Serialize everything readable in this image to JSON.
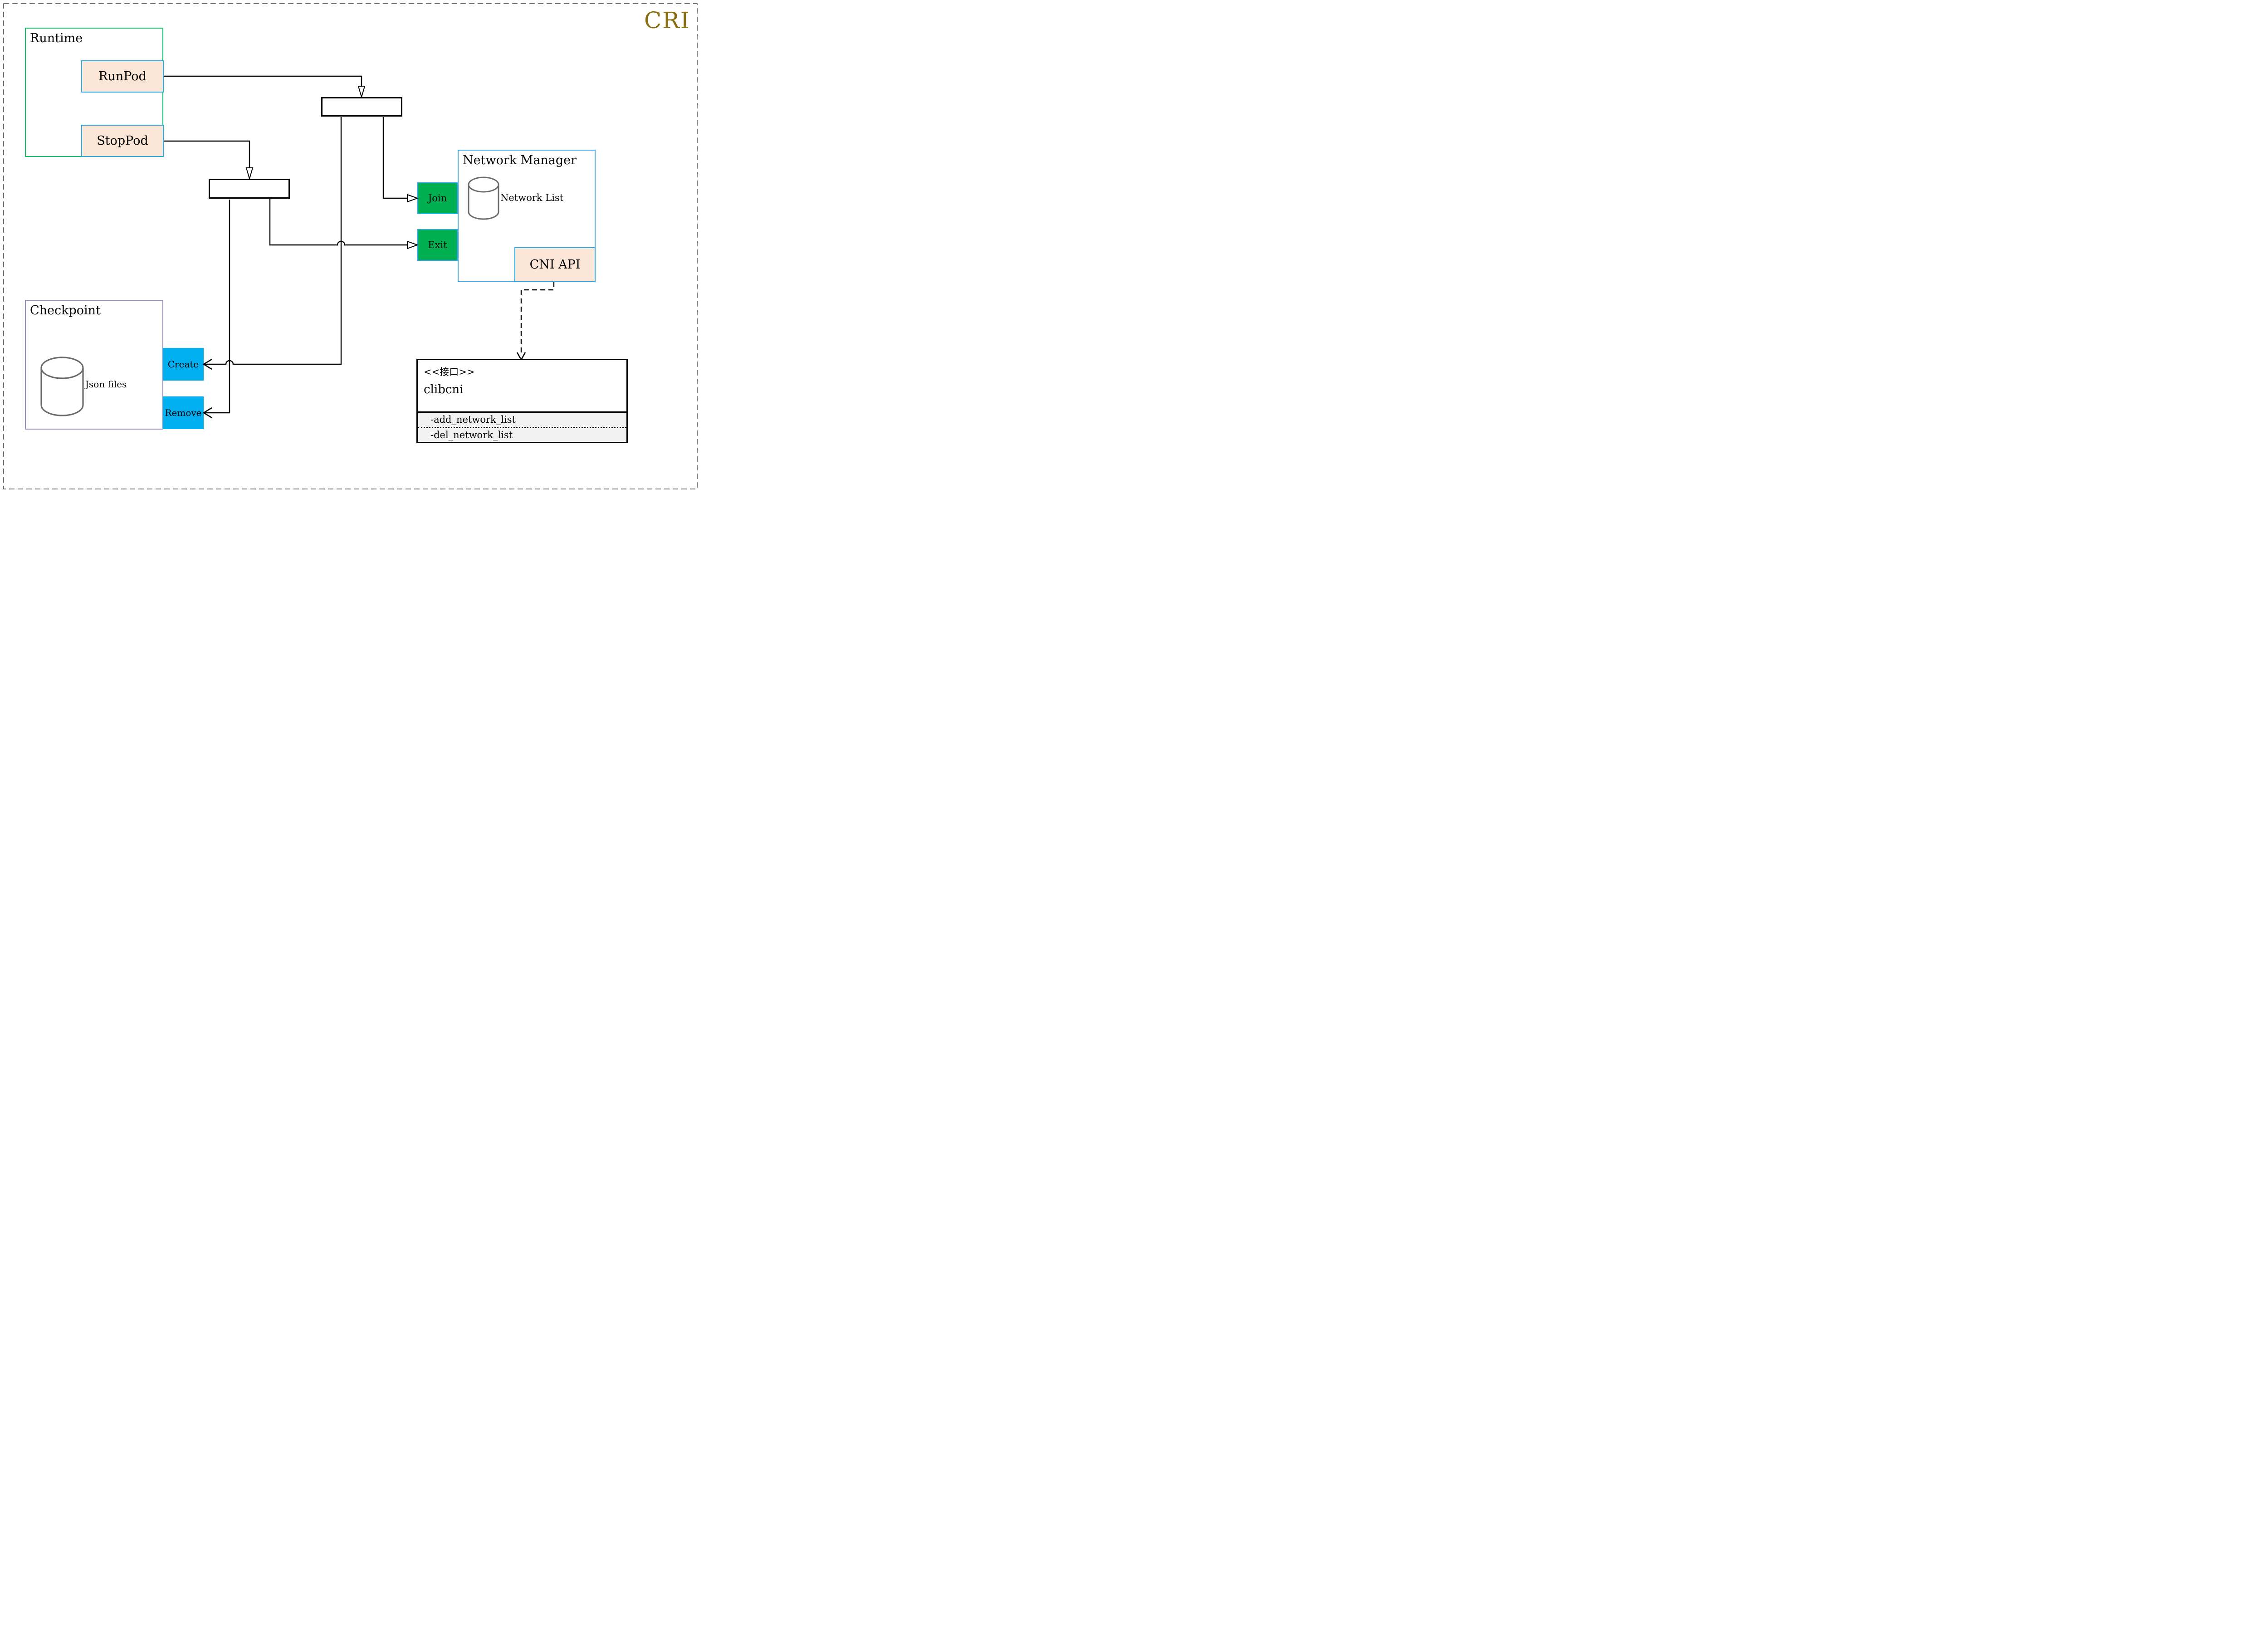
{
  "page": {
    "title_badge": "CRI"
  },
  "colors": {
    "badge_gold": "#8a6d10",
    "runtime_border": "#10c464",
    "node_border_blue": "#29abe2",
    "peach_fill": "#fbe5d6",
    "green_fill": "#00b050",
    "cyan_fill": "#00b0f0",
    "network_manager_border": "#4ba6db",
    "checkpoint_border": "#9c8ac0",
    "clibcni_attr_fill": "#f2f2f2",
    "cylinder_stroke": "#6b6b6b",
    "connector": "#000000"
  },
  "runtime": {
    "title": "Runtime",
    "run_pod": "RunPod",
    "stop_pod": "StopPod"
  },
  "network_manager": {
    "title": "Network Manager",
    "join": "Join",
    "exit": "Exit",
    "network_list": "Network List",
    "cni_api": "CNI API"
  },
  "checkpoint": {
    "title": "Checkpoint",
    "json_files": "Json files",
    "create": "Create",
    "remove": "Remove"
  },
  "clibcni": {
    "stereotype": "<<接口>>",
    "name": "clibcni",
    "methods": [
      "-add_network_list",
      "-del_network_list"
    ]
  }
}
